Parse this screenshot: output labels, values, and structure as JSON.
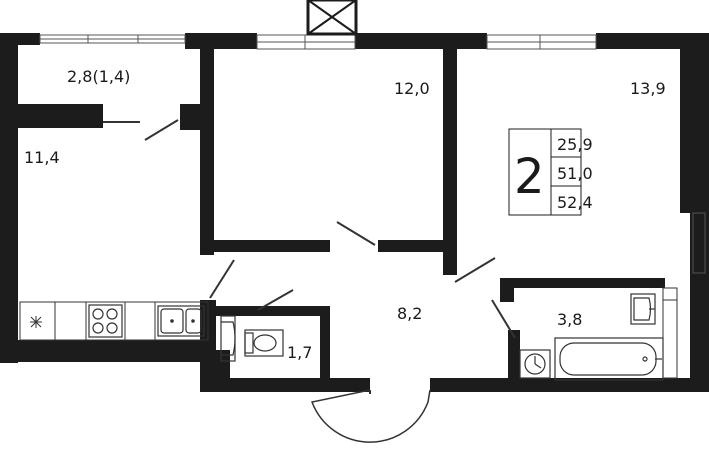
{
  "plan": {
    "rooms_count": "2",
    "areas": {
      "living": "25,9",
      "total": "51,0",
      "total_with_balcony": "52,4"
    },
    "rooms": {
      "balcony": "2,8(1,4)",
      "kitchen": "11,4",
      "bedroom_middle": "12,0",
      "bedroom_right": "13,9",
      "hall": "8,2",
      "wc": "1,7",
      "bathroom": "3,8"
    }
  }
}
